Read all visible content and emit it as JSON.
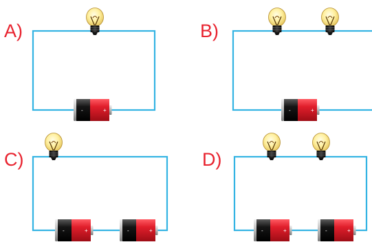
{
  "figure": {
    "colors": {
      "wire": "#33b3e3",
      "label": "#e8222e",
      "battery_red": "#e01e2b",
      "battery_black": "#151515",
      "bulb_glass": "#fff3a8",
      "bulb_base": "#1b1b1b"
    },
    "circuits": [
      {
        "id": "A",
        "label": "A)",
        "bulbs": 1,
        "batteries": 1
      },
      {
        "id": "B",
        "label": "B)",
        "bulbs": 2,
        "batteries": 1
      },
      {
        "id": "C",
        "label": "C)",
        "bulbs": 1,
        "batteries": 2
      },
      {
        "id": "D",
        "label": "D)",
        "bulbs": 2,
        "batteries": 2
      }
    ],
    "icons": {
      "bulb": "light-bulb-icon",
      "battery": "battery-icon"
    },
    "battery_terminal_marks": {
      "minus": "-",
      "plus": "+"
    }
  }
}
